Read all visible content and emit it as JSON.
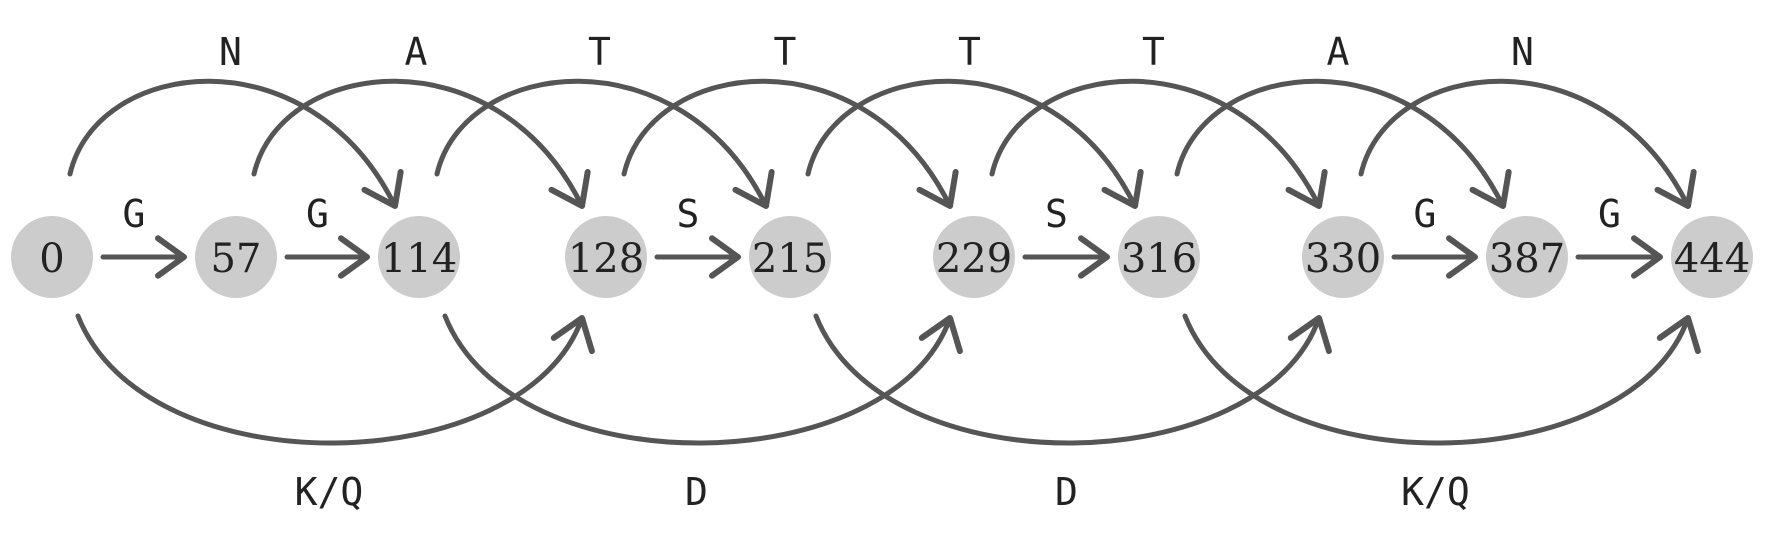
{
  "colors": {
    "node_fill": "#cccccc",
    "edge": "#555555",
    "text": "#222222"
  },
  "nodes": [
    {
      "id": "n0",
      "label": "0"
    },
    {
      "id": "n57",
      "label": "57"
    },
    {
      "id": "n114",
      "label": "114"
    },
    {
      "id": "n128",
      "label": "128"
    },
    {
      "id": "n215",
      "label": "215"
    },
    {
      "id": "n229",
      "label": "229"
    },
    {
      "id": "n316",
      "label": "316"
    },
    {
      "id": "n330",
      "label": "330"
    },
    {
      "id": "n387",
      "label": "387"
    },
    {
      "id": "n444",
      "label": "444"
    }
  ],
  "edges": [
    {
      "from": "n0",
      "to": "n57",
      "label": "G",
      "kind": "straight"
    },
    {
      "from": "n57",
      "to": "n114",
      "label": "G",
      "kind": "straight"
    },
    {
      "from": "n128",
      "to": "n215",
      "label": "S",
      "kind": "straight"
    },
    {
      "from": "n229",
      "to": "n316",
      "label": "S",
      "kind": "straight"
    },
    {
      "from": "n330",
      "to": "n387",
      "label": "G",
      "kind": "straight"
    },
    {
      "from": "n387",
      "to": "n444",
      "label": "G",
      "kind": "straight"
    },
    {
      "from": "n0",
      "to": "n114",
      "label": "N",
      "kind": "arc-top"
    },
    {
      "from": "n57",
      "to": "n128",
      "label": "A",
      "kind": "arc-top"
    },
    {
      "from": "n114",
      "to": "n215",
      "label": "T",
      "kind": "arc-top"
    },
    {
      "from": "n128",
      "to": "n229",
      "label": "T",
      "kind": "arc-top"
    },
    {
      "from": "n215",
      "to": "n316",
      "label": "T",
      "kind": "arc-top"
    },
    {
      "from": "n229",
      "to": "n330",
      "label": "T",
      "kind": "arc-top"
    },
    {
      "from": "n316",
      "to": "n387",
      "label": "A",
      "kind": "arc-top"
    },
    {
      "from": "n330",
      "to": "n444",
      "label": "N",
      "kind": "arc-top"
    },
    {
      "from": "n0",
      "to": "n128",
      "label": "K/Q",
      "kind": "arc-bottom"
    },
    {
      "from": "n114",
      "to": "n229",
      "label": "D",
      "kind": "arc-bottom"
    },
    {
      "from": "n215",
      "to": "n330",
      "label": "D",
      "kind": "arc-bottom"
    },
    {
      "from": "n316",
      "to": "n444",
      "label": "K/Q",
      "kind": "arc-bottom"
    }
  ]
}
